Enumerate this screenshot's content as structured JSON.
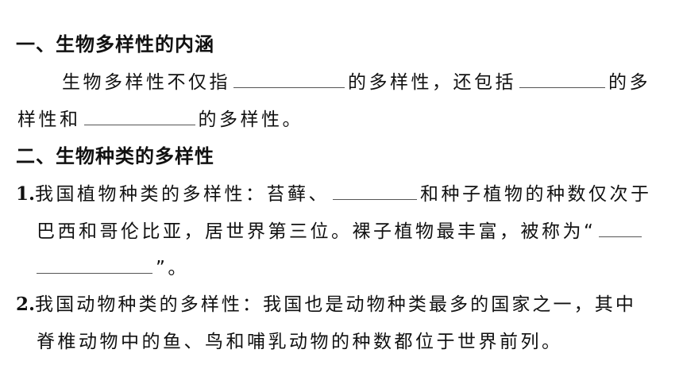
{
  "section1": {
    "title": "一、生物多样性的内涵",
    "line1": {
      "a": "生物多样性不仅指",
      "b": "的多样性，还包括",
      "c": "的多"
    },
    "line2": {
      "a": "样性和",
      "b": "的多样性。"
    }
  },
  "section2": {
    "title": "二、生物种类的多样性",
    "item1": {
      "number": "1.",
      "line1": {
        "a": "我国植物种类的多样性：苔藓、",
        "b": "和种子植物的种数仅次于"
      },
      "line2": "巴西和哥伦比亚，居世界第三位。裸子植物最丰富，被称为“",
      "line3": "”。"
    },
    "item2": {
      "number": "2.",
      "line1": "我国动物种类的多样性：我国也是动物种类最多的国家之一，其中",
      "line2": "脊椎动物中的鱼、鸟和哺乳动物的种数都位于世界前列。"
    }
  }
}
